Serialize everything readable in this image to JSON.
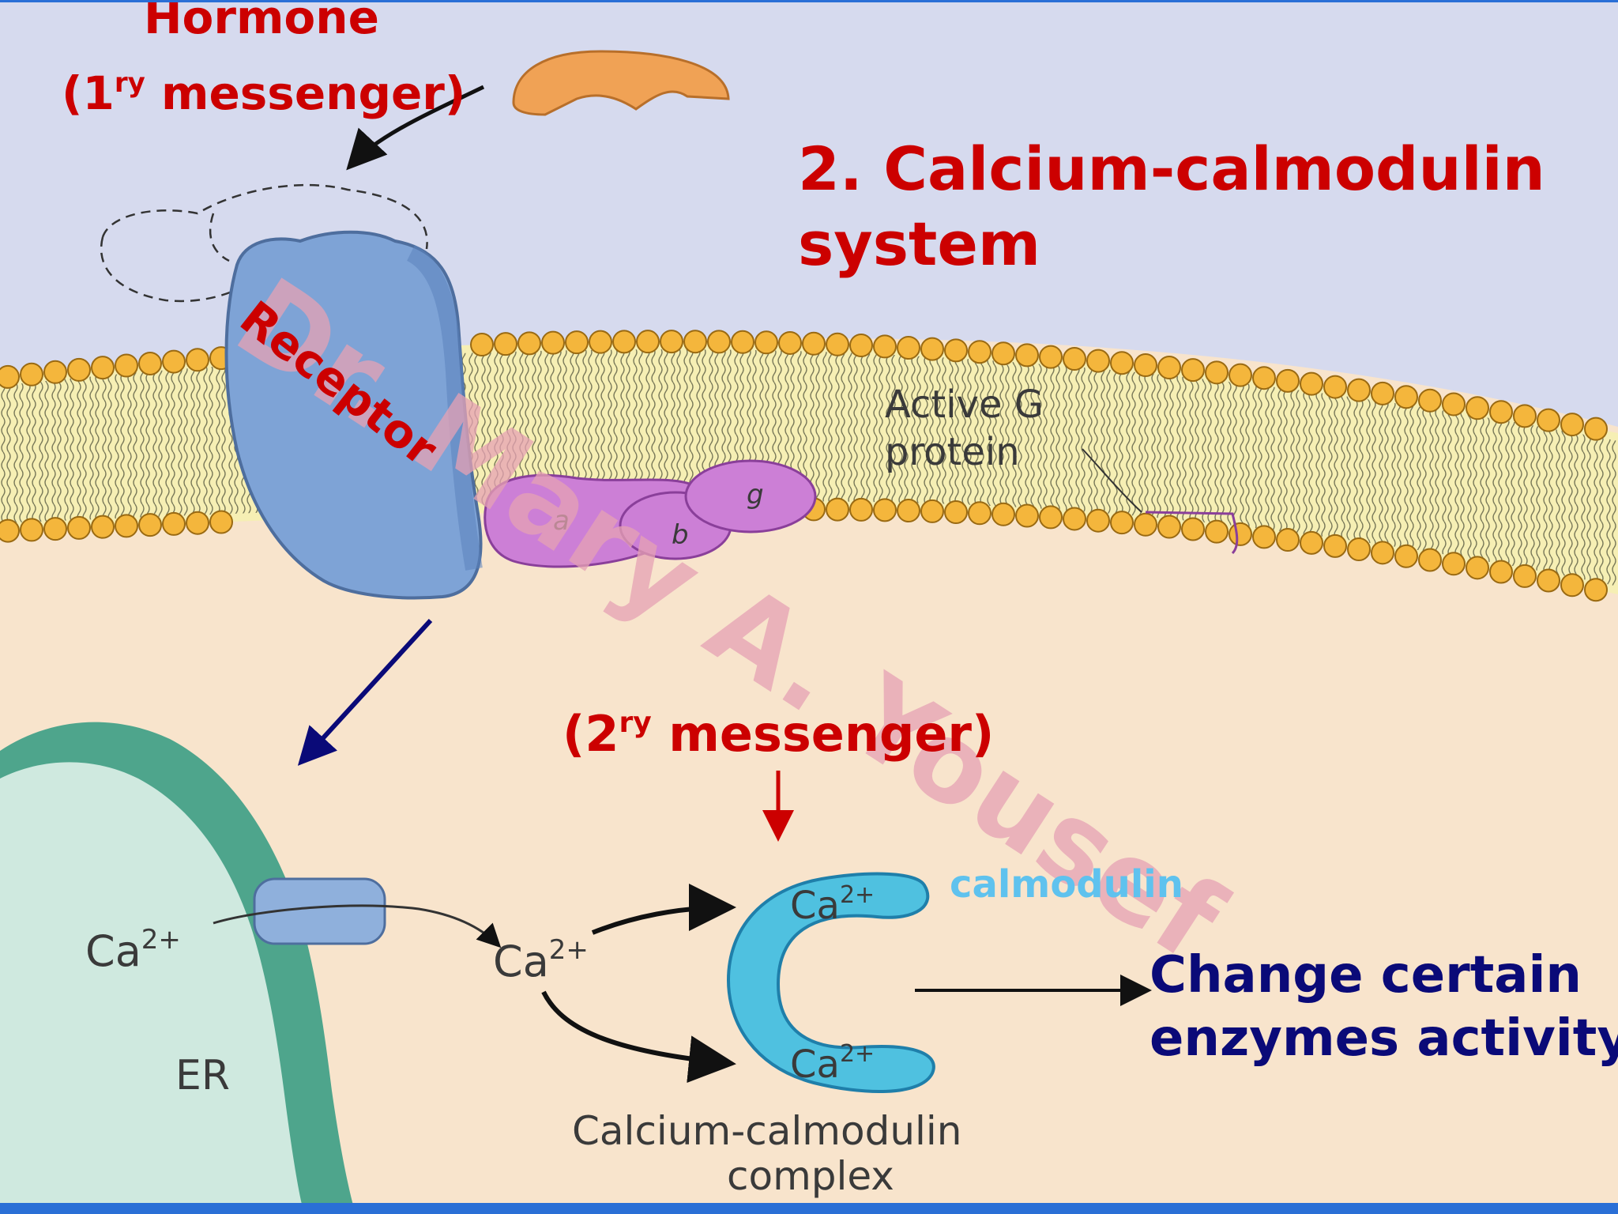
{
  "hormone": {
    "title": "Hormone",
    "messenger_open": "(1",
    "messenger_sup": "ry",
    "messenger_rest": " messenger)"
  },
  "heading": {
    "line1": "2. Calcium-calmodulin",
    "line2": "system"
  },
  "receptor_label": "Receptor",
  "g_protein": {
    "line1": "Active G",
    "line2": "protein",
    "subunits": [
      "a",
      "b",
      "g"
    ]
  },
  "second_messenger": {
    "open": "(2",
    "sup": "ry",
    "rest": " messenger)"
  },
  "er_label": "ER",
  "calcium": {
    "base": "Ca",
    "charge": "2+"
  },
  "calmodulin_label": "calmodulin",
  "complex": {
    "line1": "Calcium-calmodulin",
    "line2": "complex"
  },
  "outcome": {
    "line1": "Change certain",
    "line2": "enzymes activity"
  },
  "watermark": "Dr. Mary A. Yousef",
  "colors": {
    "title_red": "#cc0000",
    "outcome_navy": "#0a0a78",
    "calmodulin_cyan": "#5fc2ee",
    "receptor_blue": "#7ea3d6",
    "g_protein_purple": "#cc7fd6",
    "hormone_orange": "#f0a255",
    "er_green": "#4ea58c",
    "extracellular": "#d6daee",
    "cytoplasm": "#f8e4cc"
  }
}
